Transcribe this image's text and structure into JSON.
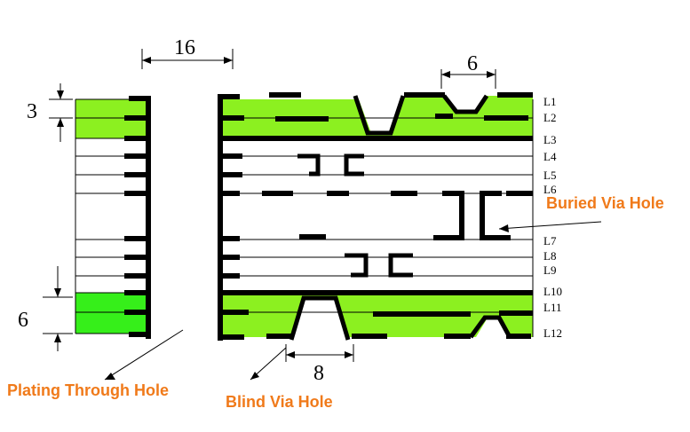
{
  "diagram": {
    "colors": {
      "prepreg_green": "#8cf020",
      "core_green": "#36ef1a",
      "copper": "#000000",
      "line": "#000000",
      "callout": "#f07a1a",
      "background": "#ffffff"
    },
    "layers": [
      "L1",
      "L2",
      "L3",
      "L4",
      "L5",
      "L6",
      "L7",
      "L8",
      "L9",
      "L10",
      "L11",
      "L12"
    ],
    "dimensions": {
      "ptH_gap": "16",
      "blind_top": "6",
      "top_pitch": "3",
      "bottom_pitch": "6",
      "blind_bottom": "8"
    },
    "callouts": {
      "buried_via": "Buried Via Hole",
      "plating_through": "Plating Through Hole",
      "blind_via": "Blind Via Hole"
    }
  }
}
